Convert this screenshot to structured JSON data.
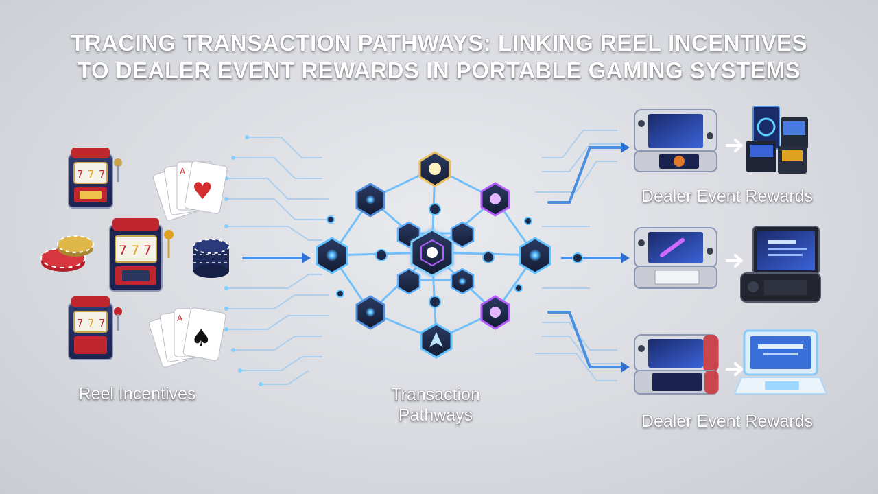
{
  "title": {
    "line1": "TRACING TRANSACTION PATHWAYS: LINKING REEL INCENTIVES",
    "line2": "TO DEALER EVENT REWARDS IN PORTABLE GAMING SYSTEMS"
  },
  "labels": {
    "reel_incentives": "Reel Incentives",
    "transaction_line1": "Transaction",
    "transaction_line2": "Pathways",
    "dealer_top": "Dealer Event Rewards",
    "dealer_bottom": "Dealer Event Rewards"
  },
  "colors": {
    "network_blue": "#3aa8ff",
    "node_dark": "#1d2a4a",
    "node_purple": "#b45cff",
    "node_gold": "#e8c060",
    "slot_red": "#c0262d",
    "chip_navy": "#1e2a5a"
  }
}
